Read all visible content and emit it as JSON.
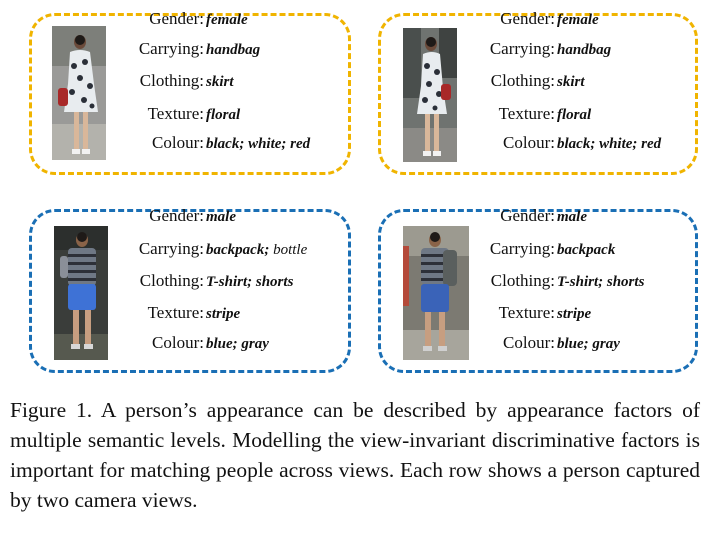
{
  "figure": {
    "cards": [
      {
        "attributes": [
          {
            "label": "Gender:",
            "value": "female",
            "extra": ""
          },
          {
            "label": "Carrying:",
            "value": "handbag",
            "extra": ""
          },
          {
            "label": "Clothing:",
            "value": "skirt",
            "extra": ""
          },
          {
            "label": "Texture:",
            "value": "floral",
            "extra": ""
          },
          {
            "label": "Colour:",
            "value": "black; white; red",
            "extra": ""
          }
        ]
      },
      {
        "attributes": [
          {
            "label": "Gender:",
            "value": "female",
            "extra": ""
          },
          {
            "label": "Carrying:",
            "value": "handbag",
            "extra": ""
          },
          {
            "label": "Clothing:",
            "value": "skirt",
            "extra": ""
          },
          {
            "label": "Texture:",
            "value": "floral",
            "extra": ""
          },
          {
            "label": "Colour:",
            "value": "black; white; red",
            "extra": ""
          }
        ]
      },
      {
        "attributes": [
          {
            "label": "Gender:",
            "value": "male",
            "extra": ""
          },
          {
            "label": "Carrying:",
            "value": "backpack;",
            "extra": " bottle"
          },
          {
            "label": "Clothing:",
            "value": "T-shirt; shorts",
            "extra": ""
          },
          {
            "label": "Texture:",
            "value": "stripe",
            "extra": ""
          },
          {
            "label": "Colour:",
            "value": "blue; gray",
            "extra": ""
          }
        ]
      },
      {
        "attributes": [
          {
            "label": "Gender:",
            "value": "male",
            "extra": ""
          },
          {
            "label": "Carrying:",
            "value": "backpack",
            "extra": ""
          },
          {
            "label": "Clothing:",
            "value": "T-shirt; shorts",
            "extra": ""
          },
          {
            "label": "Texture:",
            "value": "stripe",
            "extra": ""
          },
          {
            "label": "Colour:",
            "value": "blue; gray",
            "extra": ""
          }
        ]
      }
    ]
  },
  "caption": {
    "text": "Figure 1. A person’s appearance can be described by appearance factors of multiple semantic levels. Modelling the view-invariant discriminative factors is important for matching people across views. Each row shows a person captured by two camera views."
  },
  "colors": {
    "yellow_border": "#f0b400",
    "blue_border": "#1a6fb5"
  }
}
